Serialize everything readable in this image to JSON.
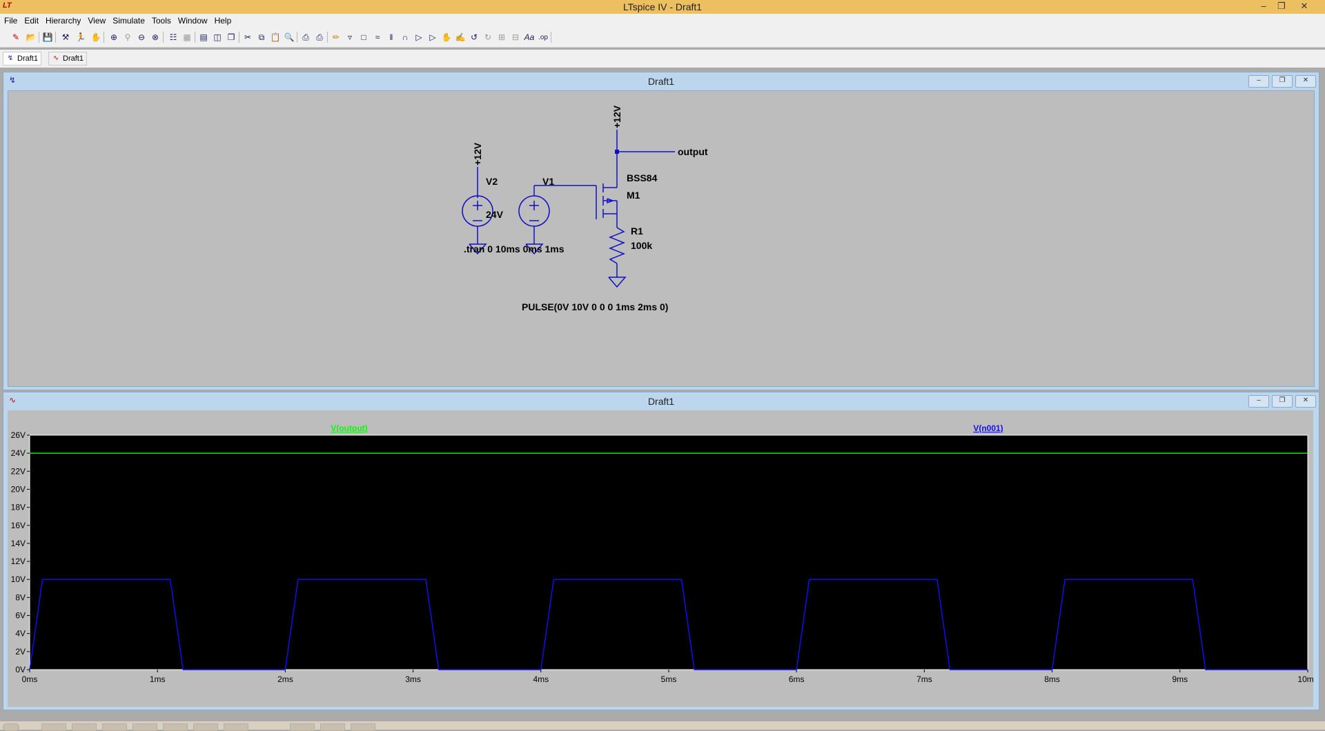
{
  "window": {
    "title": "LTspice IV - Draft1",
    "logo": "LT"
  },
  "menu": [
    "File",
    "Edit",
    "Hierarchy",
    "View",
    "Simulate",
    "Tools",
    "Window",
    "Help"
  ],
  "tabs": [
    {
      "label": "Draft1",
      "icon": "schematic-icon"
    },
    {
      "label": "Draft1",
      "icon": "waveform-icon"
    }
  ],
  "schematic_window": {
    "title": "Draft1",
    "labels": {
      "v2_name": "V2",
      "v2_value": "24V",
      "v2_supply": "+12V",
      "v1_name": "V1",
      "m1_model": "BSS84",
      "m1_name": "M1",
      "m1_supply": "+12V",
      "net_output": "output",
      "r1_name": "R1",
      "r1_value": "100k",
      "tran_directive": ".tran 0 10ms 0ms 1ms",
      "pulse_directive": "PULSE(0V 10V 0 0 0 1ms 2ms 0)"
    }
  },
  "plot_window": {
    "title": "Draft1"
  },
  "chart_data": {
    "type": "line",
    "title": "",
    "xlabel": "",
    "ylabel": "",
    "xlim": [
      0,
      10
    ],
    "ylim": [
      0,
      26
    ],
    "x_unit": "ms",
    "y_unit": "V",
    "x_ticks": [
      "0ms",
      "1ms",
      "2ms",
      "3ms",
      "4ms",
      "5ms",
      "6ms",
      "7ms",
      "8ms",
      "9ms",
      "10ms"
    ],
    "y_ticks": [
      "0V",
      "2V",
      "4V",
      "6V",
      "8V",
      "10V",
      "12V",
      "14V",
      "16V",
      "18V",
      "20V",
      "22V",
      "24V",
      "26V"
    ],
    "legend": [
      "V(output)",
      "V(n001)"
    ],
    "background": "#000000",
    "series": [
      {
        "name": "V(output)",
        "color": "#00ff00",
        "x": [
          0,
          10
        ],
        "y": [
          24,
          24
        ]
      },
      {
        "name": "V(n001)",
        "color": "#1010ff",
        "x": [
          0,
          0.1,
          1.1,
          1.2,
          2.0,
          2.1,
          3.1,
          3.2,
          4.0,
          4.1,
          5.1,
          5.2,
          6.0,
          6.1,
          7.1,
          7.2,
          8.0,
          8.1,
          9.1,
          9.2,
          10
        ],
        "y": [
          0,
          10,
          10,
          0,
          0,
          10,
          10,
          0,
          0,
          10,
          10,
          0,
          0,
          10,
          10,
          0,
          0,
          10,
          10,
          0,
          0
        ]
      }
    ]
  }
}
